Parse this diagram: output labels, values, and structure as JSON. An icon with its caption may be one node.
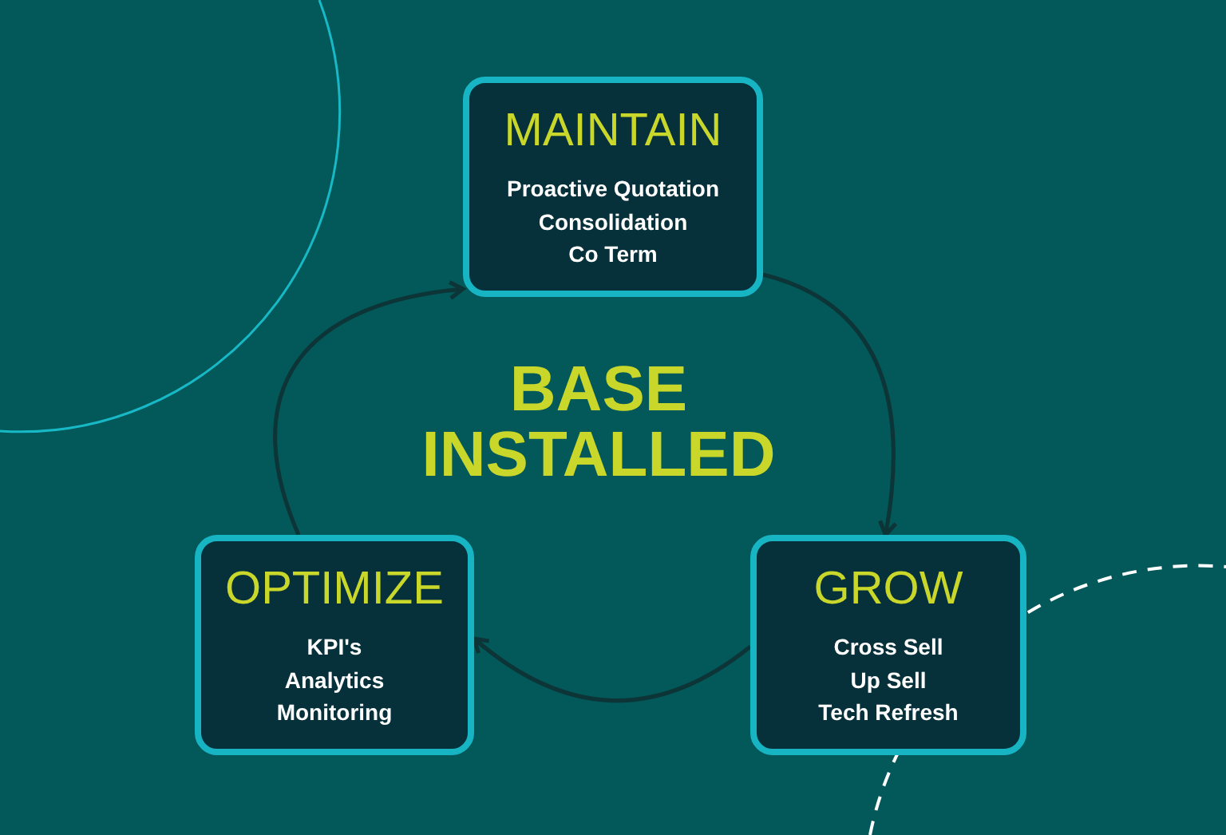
{
  "diagram": {
    "nodes": [
      {
        "text": [
          "MAINTAIN",
          "Proactive Quotation",
          "Consolidation",
          "Co Term"
        ]
      },
      {
        "text": [
          "GROW",
          "Cross Sell",
          "Up Sell",
          "Tech Refresh"
        ]
      },
      {
        "text": [
          "OPTIMIZE",
          "KPI's",
          "Analytics",
          "Monitoring"
        ]
      }
    ],
    "edges": [
      {
        "from": 0,
        "to": 1,
        "arrow": "to"
      },
      {
        "from": 1,
        "to": 2,
        "arrow": "to"
      },
      {
        "from": 2,
        "to": 0,
        "arrow": "to"
      }
    ],
    "labels": [
      "BASE INSTALLED"
    ]
  }
}
